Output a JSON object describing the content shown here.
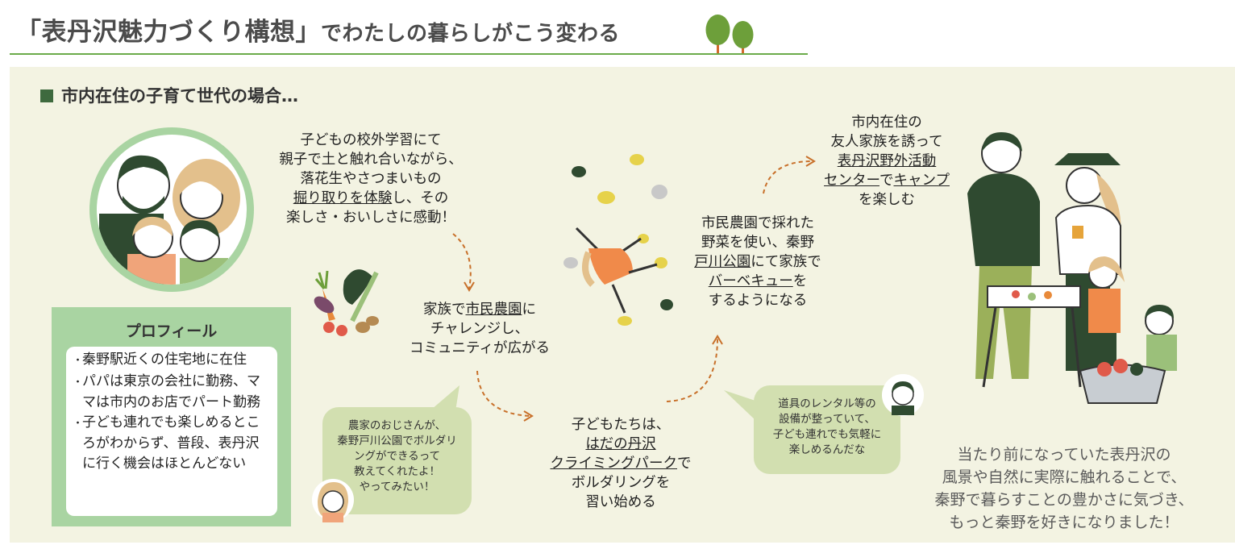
{
  "header": {
    "title_quote": "「表丹沢魅力づくり構想」",
    "title_rest": "でわたしの暮らしがこう変わる"
  },
  "section": {
    "heading": "市内在住の子育て世代の場合…"
  },
  "profile": {
    "title": "プロフィール",
    "items": [
      "秦野駅近くの住宅地に在住",
      "パパは東京の会社に勤務、ママは市内のお店でパート勤務",
      "子ども連れでも楽しめるところがわからず、普段、表丹沢に行く機会はほとんどない"
    ]
  },
  "steps": {
    "step1": {
      "line1": "子どもの校外学習にて",
      "line2": "親子で土と触れ合いながら、",
      "line3": "落花生やさつまいもの",
      "line4_u": "掘り取りを体験",
      "line4_rest": "し、その",
      "line5": "楽しさ・おいしさに感動！"
    },
    "step2": {
      "line1_a": "家族で",
      "line1_u": "市民農園",
      "line1_b": "に",
      "line2": "チャレンジし、",
      "line3": "コミュニティが広がる"
    },
    "step3": {
      "line1": "子どもたちは、",
      "line2_u": "はだの丹沢",
      "line3_u": "クライミングパーク",
      "line3_b": "で",
      "line4": "ボルダリングを",
      "line5": "習い始める"
    },
    "step4": {
      "line1": "市民農園で採れた",
      "line2": "野菜を使い、秦野",
      "line3_u": "戸川公園",
      "line3_b": "にて家族で",
      "line4_u": "バーベキュー",
      "line4_b": "を",
      "line5": "するようになる"
    },
    "step5": {
      "line1": "市内在住の",
      "line2": "友人家族を誘って",
      "line3_u": "表丹沢野外活動",
      "line4_u1": "センター",
      "line4_b": "で",
      "line4_u2": "キャンプ",
      "line5": "を楽しむ"
    }
  },
  "bubbles": {
    "farmer": [
      "農家のおじさんが、",
      "秦野戸川公園でボルダリ",
      "ングができるって",
      "教えてくれたよ！",
      "やってみたい！"
    ],
    "dad": [
      "道具のレンタル等の",
      "設備が整っていて、",
      "子ども連れでも気軽に",
      "楽しめるんだな"
    ]
  },
  "conclusion": [
    "当たり前になっていた表丹沢の",
    "風景や自然に実際に触れることで、",
    "秦野で暮らすことの豊かさに気づき、",
    "もっと秦野を好きになりました！"
  ],
  "colors": {
    "accent_green": "#6bab4a",
    "panel_bg": "#f3f3e2",
    "profile_green": "#a9d4a2",
    "bubble_green": "#d2dfb0",
    "arrow_orange": "#c8702a",
    "dark_green": "#2f4a30"
  }
}
